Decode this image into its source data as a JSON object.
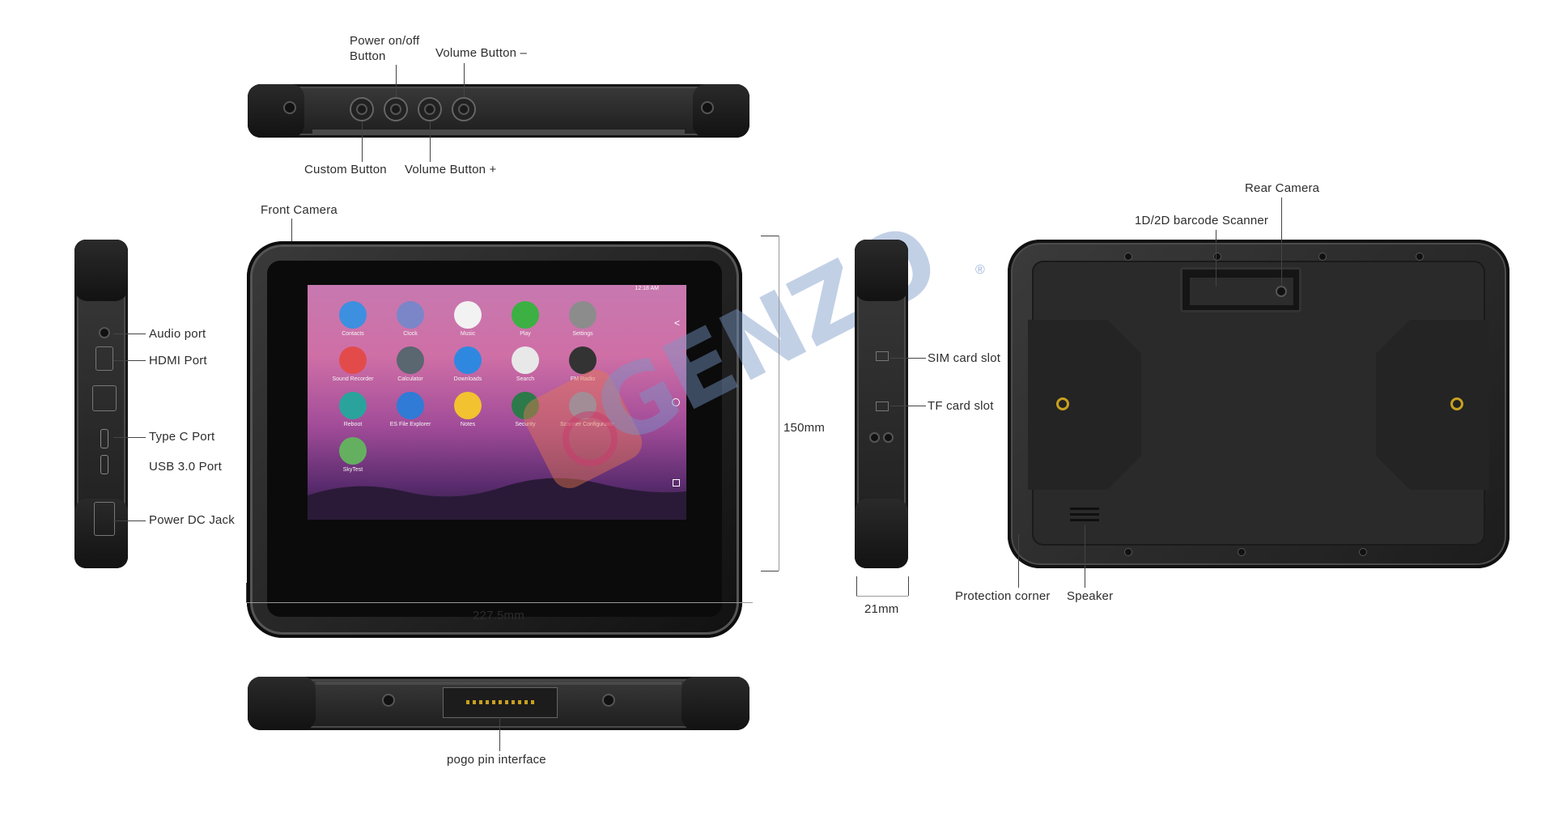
{
  "labels": {
    "power_button": "Power on/off\nButton",
    "volume_minus": "Volume Button –",
    "custom_button": "Custom Button",
    "volume_plus": "Volume Button +",
    "front_camera": "Front Camera",
    "audio_port": "Audio port",
    "hdmi_port": "HDMI Port",
    "type_c_port": "Type C Port",
    "usb_port": "USB 3.0 Port",
    "power_dc": "Power DC Jack",
    "sim_slot": "SIM card slot",
    "tf_slot": "TF card slot",
    "rear_camera": "Rear Camera",
    "barcode_scanner": "1D/2D barcode Scanner",
    "protection_corner": "Protection corner",
    "speaker": "Speaker",
    "pogo_pin": "pogo pin interface"
  },
  "dimensions": {
    "width": "227.5mm",
    "height": "150mm",
    "depth": "21mm"
  },
  "watermark": {
    "brand": "GENZO",
    "registered": "®"
  },
  "screen": {
    "status_time": "12:18 AM",
    "apps": [
      {
        "label": "Contacts",
        "color": "#3d8fe0",
        "icon": "contacts-icon"
      },
      {
        "label": "Clock",
        "color": "#7a86c8",
        "icon": "clock-icon"
      },
      {
        "label": "Music",
        "color": "#f2f2f2",
        "icon": "music-icon"
      },
      {
        "label": "Play",
        "color": "#3cb043",
        "icon": "play-icon"
      },
      {
        "label": "Settings",
        "color": "#8c8c8c",
        "icon": "settings-icon"
      },
      {
        "label": "Sound Recorder",
        "color": "#e34b4b",
        "icon": "recorder-icon"
      },
      {
        "label": "Calculator",
        "color": "#5a6670",
        "icon": "calculator-icon"
      },
      {
        "label": "Downloads",
        "color": "#2f88e0",
        "icon": "download-icon"
      },
      {
        "label": "Search",
        "color": "#e8e8e8",
        "icon": "search-icon"
      },
      {
        "label": "FM Radio",
        "color": "#333333",
        "icon": "radio-icon"
      },
      {
        "label": "Reboot",
        "color": "#2aa39c",
        "icon": "reboot-icon"
      },
      {
        "label": "ES File Explorer",
        "color": "#2f7bd6",
        "icon": "files-icon"
      },
      {
        "label": "Notes",
        "color": "#f2c230",
        "icon": "notes-icon"
      },
      {
        "label": "Security",
        "color": "#2c7a4a",
        "icon": "security-icon"
      },
      {
        "label": "Scanner Configurator",
        "color": "#6a9ed0",
        "icon": "scanner-icon"
      },
      {
        "label": "SkyTest",
        "color": "#64b060",
        "icon": "android-icon"
      }
    ]
  },
  "colors": {
    "device_body": "#2a2a2a",
    "accent_screw": "#c8a020"
  }
}
